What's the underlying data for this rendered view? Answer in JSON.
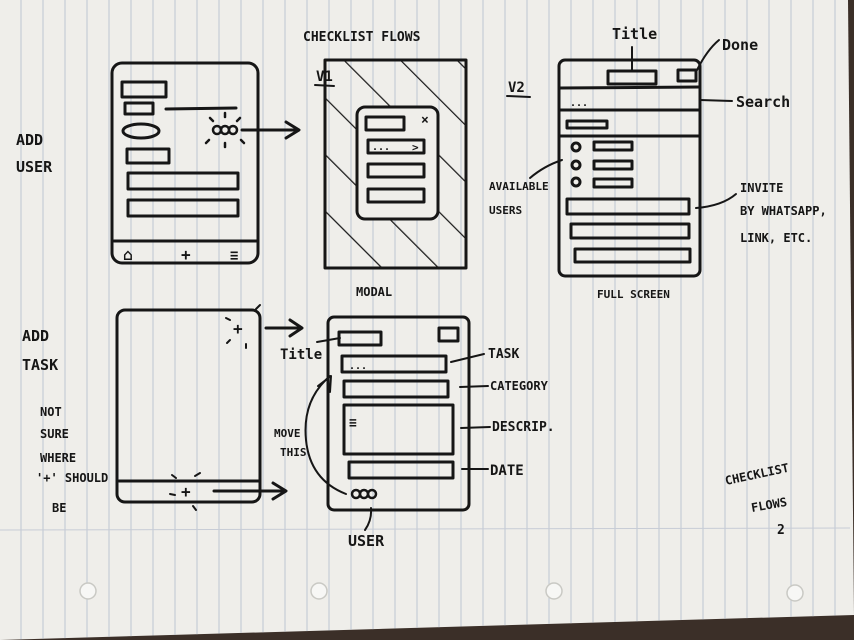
{
  "title": "CHECKLIST FLOWS",
  "sections": {
    "add_user": [
      "ADD",
      "USER"
    ],
    "add_task": [
      "ADD",
      "TASK"
    ]
  },
  "versions": {
    "v1": "V1",
    "v2": "V2"
  },
  "captions": {
    "modal": "MODAL",
    "full_screen": "FULL SCREEN"
  },
  "v2_annotations": {
    "title": "Title",
    "done": "Done",
    "search": "Search",
    "available_users": [
      "AVAILABLE",
      "USERS"
    ],
    "invite": [
      "INVITE",
      "BY WHATSAPP,",
      "LINK, ETC."
    ]
  },
  "task_annotations": {
    "title": "Title",
    "task": "TASK",
    "category": "CATEGORY",
    "description": "DESCRIP.",
    "date": "DATE",
    "move_this": [
      "MOVE",
      "THIS"
    ],
    "user": "USER"
  },
  "not_sure_note": [
    "NOT",
    "SURE",
    "WHERE",
    "'+' SHOULD",
    "BE"
  ],
  "corner_note": [
    "CHECKLIST",
    "FLOWS"
  ],
  "corner_number": "2",
  "glyphs": {
    "plus": "+",
    "dots": "...",
    "close": "×",
    "lines": "≡",
    "home": "⌂",
    "chevron": ">"
  }
}
